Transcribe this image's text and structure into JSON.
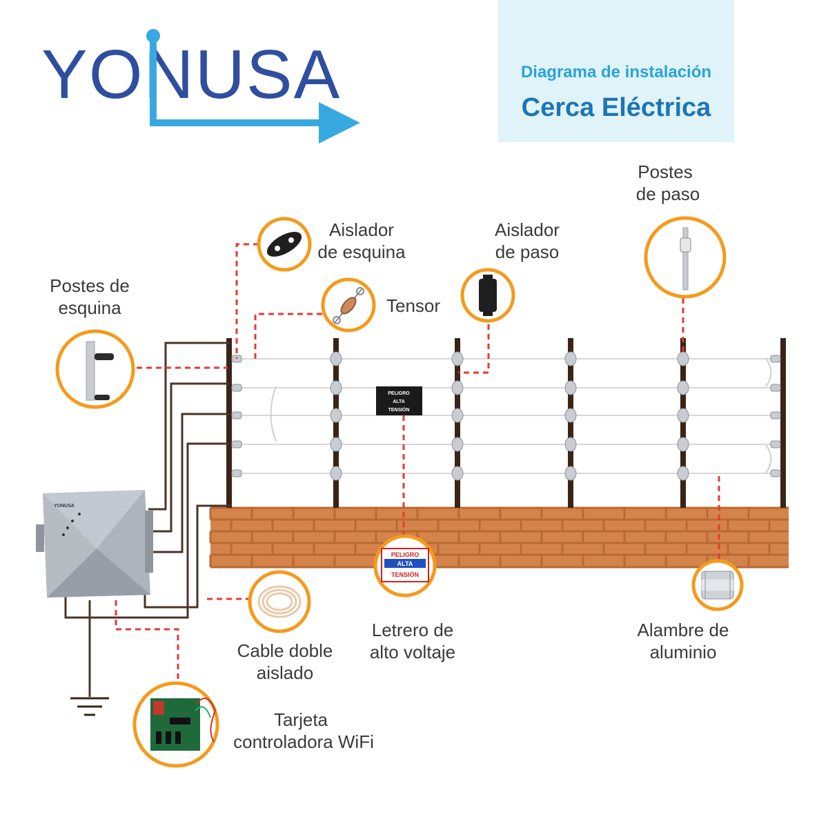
{
  "brand": {
    "name": "YONUSA",
    "color_dark": "#2f4f9e",
    "color_light": "#38a8e0"
  },
  "header": {
    "subtitle": "Diagrama de instalación",
    "title": "Cerca Eléctrica",
    "subtitle_color": "#29a3d9",
    "title_color": "#1d75b5",
    "box_color": "#dff3f9"
  },
  "components": [
    {
      "id": "postes-esquina",
      "lines": [
        "Postes de",
        "esquina"
      ],
      "icon": "corner-post-icon"
    },
    {
      "id": "aislador-esquina",
      "lines": [
        "Aislador",
        "de esquina"
      ],
      "icon": "corner-insulator-icon"
    },
    {
      "id": "tensor",
      "lines": [
        "Tensor"
      ],
      "icon": "tensor-icon"
    },
    {
      "id": "aislador-paso",
      "lines": [
        "Aislador",
        "de paso"
      ],
      "icon": "pass-insulator-icon"
    },
    {
      "id": "postes-paso",
      "lines": [
        "Postes",
        "de paso"
      ],
      "icon": "pass-post-icon"
    },
    {
      "id": "cable-doble",
      "lines": [
        "Cable doble",
        "aislado"
      ],
      "icon": "cable-coil-icon"
    },
    {
      "id": "letrero",
      "lines": [
        "Letrero de",
        "alto voltaje"
      ],
      "icon": "warning-sign-icon"
    },
    {
      "id": "alambre",
      "lines": [
        "Alambre de",
        "aluminio"
      ],
      "icon": "wire-spool-icon"
    },
    {
      "id": "tarjeta",
      "lines": [
        "Tarjeta",
        "controladora WiFi"
      ],
      "icon": "controller-board-icon"
    }
  ],
  "warning_sign": {
    "lines": [
      "PELIGRO",
      "ALTA",
      "TENSIÓN"
    ]
  },
  "controller": {
    "brand": "YONUSA"
  },
  "colors": {
    "accent_orange": "#f59a1b",
    "leader_red": "#e53935",
    "brick": "#d4834a",
    "mortar": "#b86a33",
    "post": "#3a2418",
    "wire": "#dcdcdc",
    "cable_brown": "#4a3427"
  }
}
